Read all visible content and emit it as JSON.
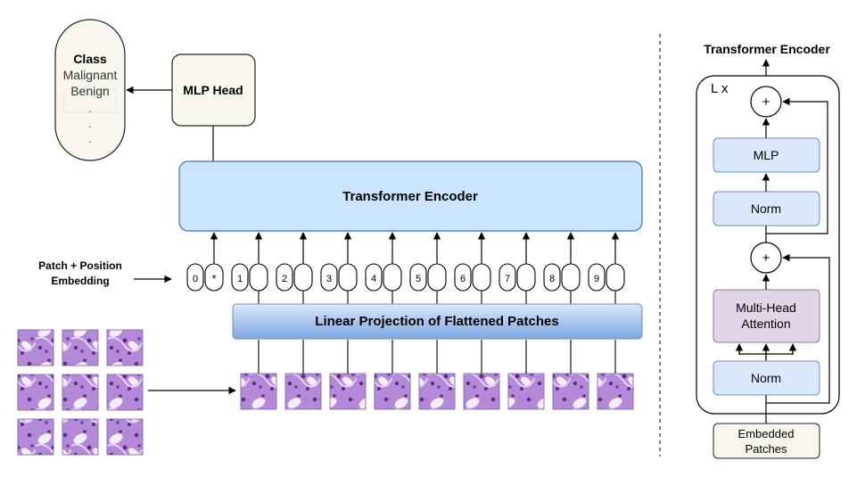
{
  "class_box": {
    "title": "Class",
    "line1": "Malignant",
    "line2": "Benign",
    "dots": ".",
    "fill": "#f8f6ed"
  },
  "mlp_head": {
    "label": "MLP Head",
    "fill": "#f8f6ed"
  },
  "transformer_encoder_block": {
    "label": "Transformer Encoder",
    "fill": "#cce5ff",
    "stroke": "#3c6fb0"
  },
  "embedding_label": {
    "line1": "Patch + Position",
    "line2": "Embedding"
  },
  "position_tokens": [
    "0",
    "1",
    "2",
    "3",
    "4",
    "5",
    "6",
    "7",
    "8",
    "9"
  ],
  "class_token": "*",
  "linear_projection": {
    "label": "Linear Projection of Flattened Patches",
    "fill_top": "#dae8fc",
    "fill_bottom": "#7ea6e0"
  },
  "patch_colors": {
    "tissue_base": "#b48ad8",
    "nuclei": "#5a2d8a",
    "lumen": "#f3ecfa"
  },
  "detail": {
    "title": "Transformer Encoder",
    "repeat_label": "L x",
    "plus_symbol": "+",
    "mlp_label": "MLP",
    "norm_top_label": "Norm",
    "attention_line1": "Multi-Head",
    "attention_line2": "Attention",
    "norm_bottom_label": "Norm",
    "embedded_line1": "Embedded",
    "embedded_line2": "Patches",
    "colors": {
      "blue_fill": "#dae8fc",
      "blue_stroke": "#6c8ebf",
      "purple_fill": "#e1d5e7",
      "purple_stroke": "#9673a6",
      "beige_fill": "#f8f6ed"
    }
  }
}
